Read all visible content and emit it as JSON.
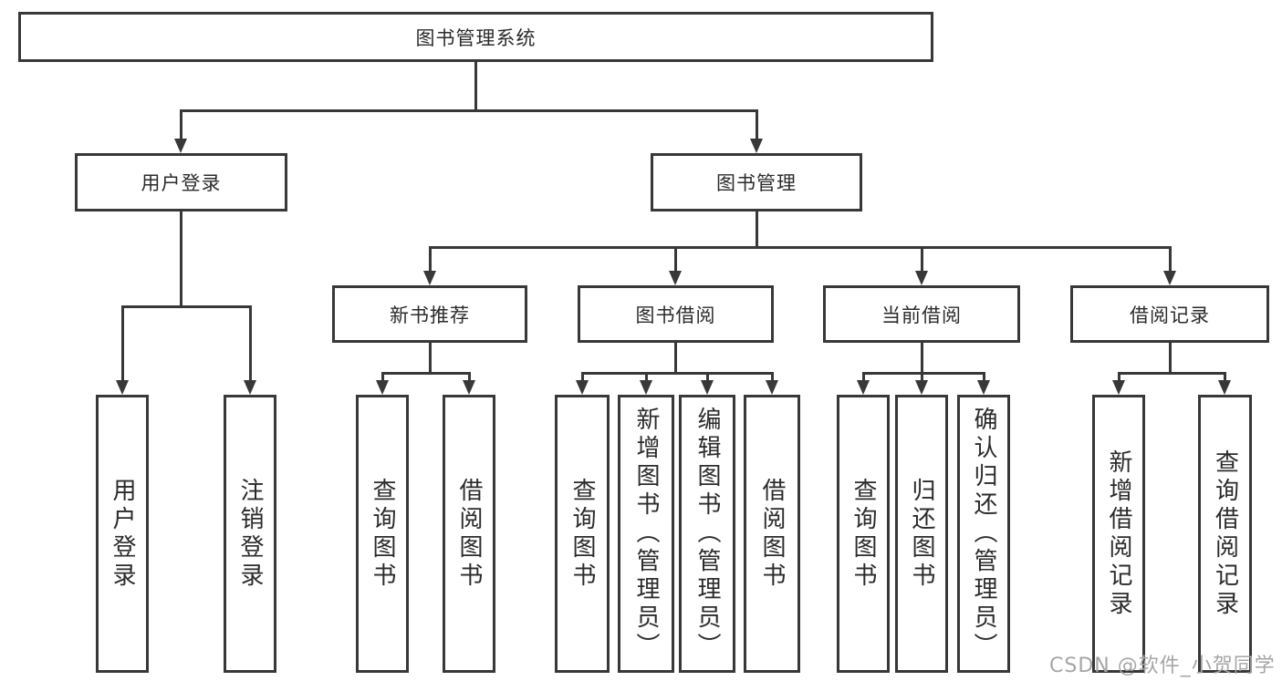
{
  "diagram": {
    "root": {
      "label": "图书管理系统"
    },
    "level2": {
      "user_login": {
        "label": "用户登录"
      },
      "book_management": {
        "label": "图书管理"
      }
    },
    "level3": {
      "new_book_recommend": {
        "label": "新书推荐"
      },
      "book_borrow": {
        "label": "图书借阅"
      },
      "current_borrow": {
        "label": "当前借阅"
      },
      "borrow_records": {
        "label": "借阅记录"
      }
    },
    "leaves": {
      "user_login_leaf": {
        "label": "用户登录"
      },
      "logout": {
        "label": "注销登录"
      },
      "query_books_recommend": {
        "label": "查询图书"
      },
      "borrow_books_recommend": {
        "label": "借阅图书"
      },
      "query_books_borrow": {
        "label": "查询图书"
      },
      "add_books_admin": {
        "label": "新增图书（管理员）"
      },
      "edit_books_admin": {
        "label": "编辑图书（管理员）"
      },
      "borrow_books_leaf": {
        "label": "借阅图书"
      },
      "query_books_current": {
        "label": "查询图书"
      },
      "return_books": {
        "label": "归还图书"
      },
      "confirm_return_admin": {
        "label": "确认归还（管理员）"
      },
      "add_borrow_record": {
        "label": "新增借阅记录"
      },
      "query_borrow_record": {
        "label": "查询借阅记录"
      }
    }
  },
  "watermark": {
    "text": "CSDN @软件_小贺同学"
  },
  "colors": {
    "line": "#383838",
    "text": "#2b2b2b",
    "watermark": "#a6a6a6",
    "background": "#ffffff"
  }
}
